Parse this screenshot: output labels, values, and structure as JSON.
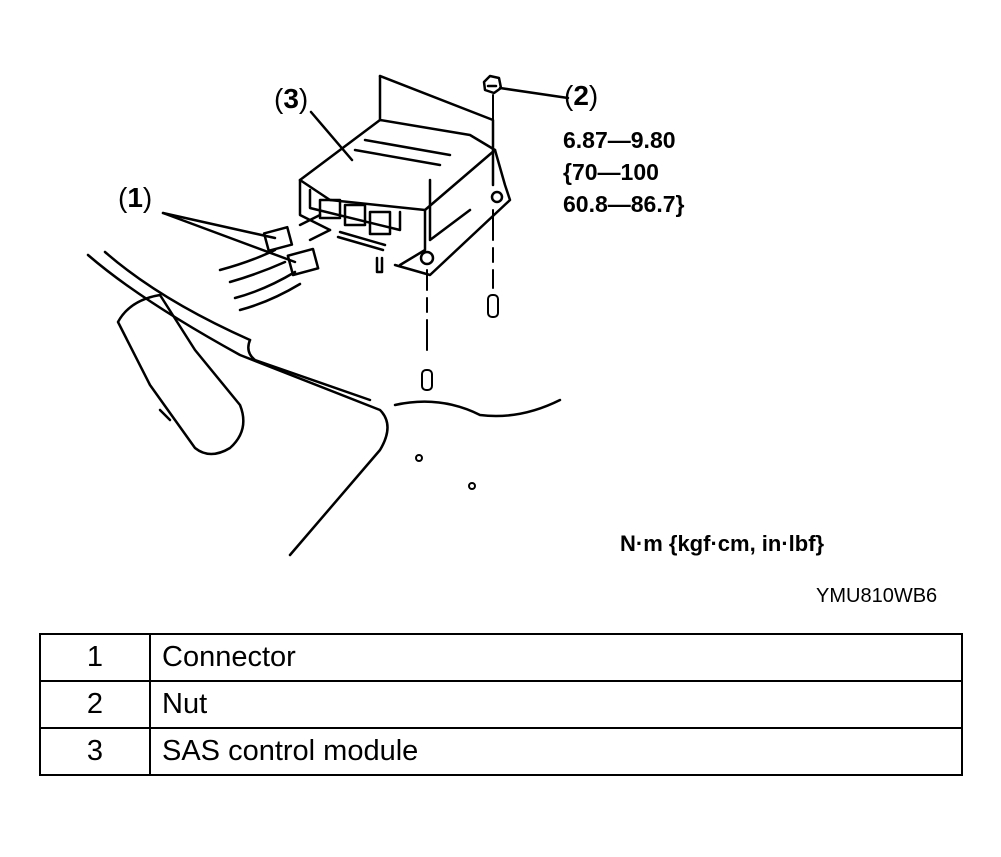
{
  "callouts": {
    "c1": "1",
    "c2": "2",
    "c3": "3",
    "open": "(",
    "close": ")"
  },
  "torque": {
    "nm": "6.87—9.80",
    "kgfcm": "{70—100",
    "inlbf": "60.8—86.7}"
  },
  "units": "N·m {kgf·cm, in·lbf}",
  "figure_code": "YMU810WB6",
  "legend": [
    {
      "num": "1",
      "desc": "Connector"
    },
    {
      "num": "2",
      "desc": "Nut"
    },
    {
      "num": "3",
      "desc": "SAS control module"
    }
  ]
}
